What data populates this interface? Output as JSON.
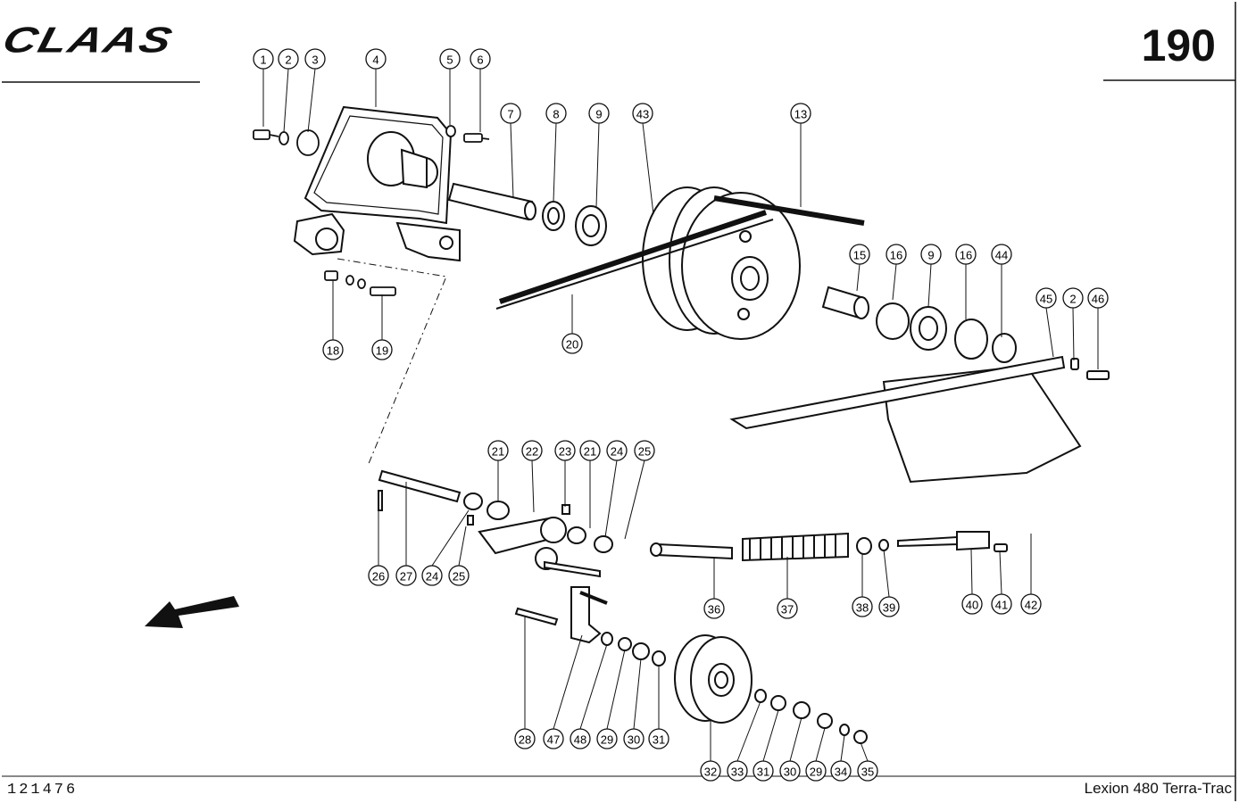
{
  "header": {
    "brand": "CLAAS",
    "page_number": "190"
  },
  "footer": {
    "reference_number": "121476",
    "model": "Lexion 480 Terra-Trac"
  },
  "callouts": [
    {
      "label": "1"
    },
    {
      "label": "2"
    },
    {
      "label": "3"
    },
    {
      "label": "4"
    },
    {
      "label": "5"
    },
    {
      "label": "6"
    },
    {
      "label": "7"
    },
    {
      "label": "8"
    },
    {
      "label": "9"
    },
    {
      "label": "43"
    },
    {
      "label": "13"
    },
    {
      "label": "15"
    },
    {
      "label": "16"
    },
    {
      "label": "9"
    },
    {
      "label": "16"
    },
    {
      "label": "44"
    },
    {
      "label": "45"
    },
    {
      "label": "2"
    },
    {
      "label": "46"
    },
    {
      "label": "18"
    },
    {
      "label": "19"
    },
    {
      "label": "20"
    },
    {
      "label": "21"
    },
    {
      "label": "22"
    },
    {
      "label": "23"
    },
    {
      "label": "21"
    },
    {
      "label": "24"
    },
    {
      "label": "25"
    },
    {
      "label": "26"
    },
    {
      "label": "27"
    },
    {
      "label": "24"
    },
    {
      "label": "25"
    },
    {
      "label": "36"
    },
    {
      "label": "37"
    },
    {
      "label": "38"
    },
    {
      "label": "39"
    },
    {
      "label": "40"
    },
    {
      "label": "41"
    },
    {
      "label": "42"
    },
    {
      "label": "28"
    },
    {
      "label": "47"
    },
    {
      "label": "48"
    },
    {
      "label": "29"
    },
    {
      "label": "30"
    },
    {
      "label": "31"
    },
    {
      "label": "32"
    },
    {
      "label": "33"
    },
    {
      "label": "31"
    },
    {
      "label": "30"
    },
    {
      "label": "29"
    },
    {
      "label": "34"
    },
    {
      "label": "35"
    }
  ]
}
